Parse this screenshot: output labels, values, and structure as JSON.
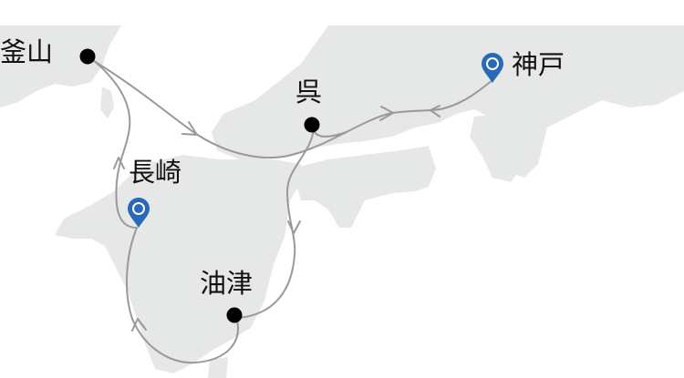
{
  "colors": {
    "land": "#e6e7e7",
    "route": "#999999",
    "port": "#000000",
    "pin": "#2a68b8"
  },
  "ports": [
    {
      "name": "釜山",
      "marker": "dot"
    },
    {
      "name": "呉",
      "marker": "dot"
    },
    {
      "name": "神戸",
      "marker": "pin"
    },
    {
      "name": "長崎",
      "marker": "pin"
    },
    {
      "name": "油津",
      "marker": "dot"
    }
  ]
}
